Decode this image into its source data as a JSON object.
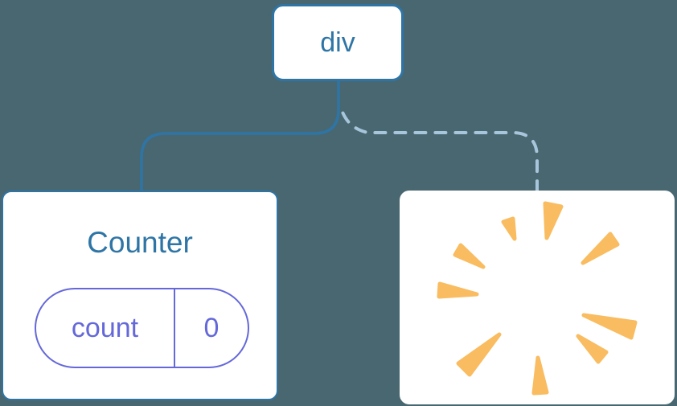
{
  "diagram": {
    "title": "component-tree-state-diagram",
    "root_label": "div",
    "counter": {
      "title": "Counter",
      "state": {
        "key": "count",
        "value": "0"
      }
    },
    "destroyed": {
      "icon": "poof-starburst-icon"
    },
    "edges": [
      {
        "from": "div",
        "to": "counter",
        "style": "solid"
      },
      {
        "from": "div",
        "to": "destroyed",
        "style": "dashed"
      }
    ],
    "colors": {
      "background": "#496770",
      "node_accent": "#2E75A6",
      "card_bg": "#FFFFFF",
      "dashed_edge": "#A8C6DB",
      "state_accent": "#6468D9",
      "poof": "#F9BC60"
    }
  }
}
